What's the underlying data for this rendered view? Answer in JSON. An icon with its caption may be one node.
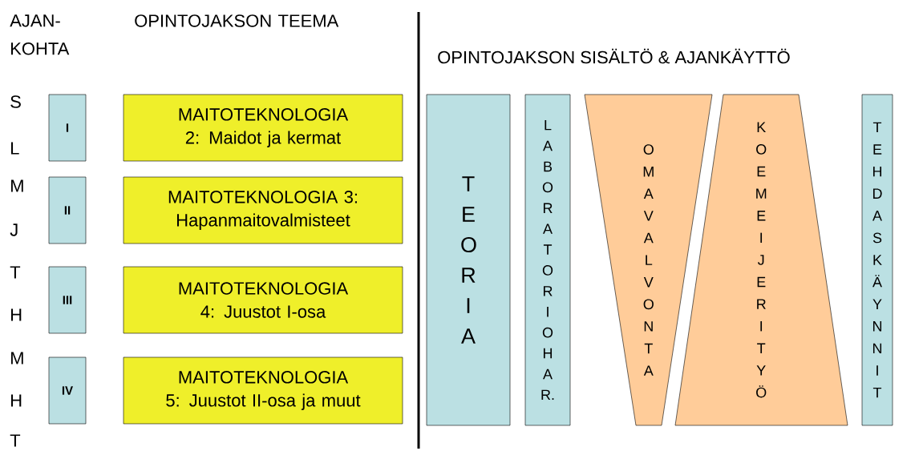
{
  "diagram": {
    "nodes": [
      {
        "text": [
          "I"
        ]
      },
      {
        "text": [
          "II"
        ]
      },
      {
        "text": [
          "III"
        ]
      },
      {
        "text": [
          "IV"
        ]
      },
      {
        "text": [
          "MAITOTEKNOLOGIA 2: Maidot ja kermat"
        ]
      },
      {
        "text": [
          "MAITOTEKNOLOGIA 3: Hapanmaitovalmisteet"
        ]
      },
      {
        "text": [
          "MAITOTEKNOLOGIA 4: Juustot I-osa"
        ]
      },
      {
        "text": [
          "MAITOTEKNOLOGIA 5: Juustot II-osa ja muut"
        ]
      },
      {
        "text": [
          "TEORIA"
        ]
      },
      {
        "text": [
          "LABORATORIOHAR."
        ]
      },
      {
        "text": [
          "OMAVALVONTA"
        ]
      },
      {
        "text": [
          "KOEMEIJERITYÖ"
        ]
      },
      {
        "text": [
          "TEHDASKÄYNNIT"
        ]
      }
    ],
    "edges": [],
    "labels": [
      "AJAN- KOHTA",
      "OPINTOJAKSON TEEMA",
      "OPINTOJAKSON SISÄLTÖ & AJANKÄYTTÖ",
      "S",
      "L",
      "M",
      "J",
      "T",
      "H",
      "M",
      "H",
      "T"
    ]
  }
}
